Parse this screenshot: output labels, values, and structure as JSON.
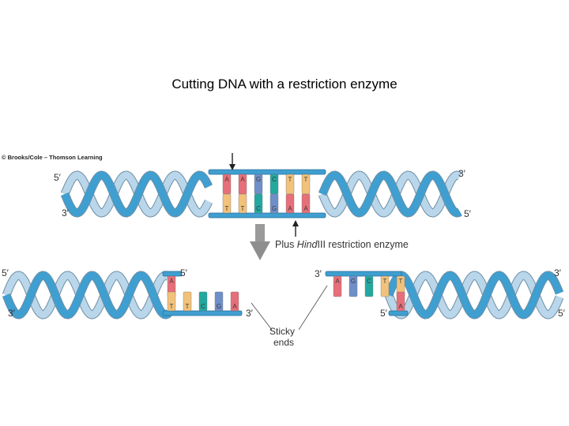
{
  "title": "Cutting DNA with a restriction enzyme",
  "copyright": "© Brooks/Cole – Thomson Learning",
  "strand_ends": {
    "five_prime": "5′",
    "three_prime": "3′"
  },
  "enzyme_label": {
    "prefix": "Plus ",
    "enzyme_italic": "Hind",
    "enzyme_roman": "III",
    "suffix": " restriction enzyme"
  },
  "sticky_ends_label": [
    "Sticky",
    "ends"
  ],
  "top_sequence": [
    "A",
    "A",
    "G",
    "C",
    "T",
    "T"
  ],
  "bottom_sequence": [
    "T",
    "T",
    "C",
    "G",
    "A",
    "A"
  ],
  "left_fragment": {
    "top_bases": [
      "A"
    ],
    "bottom_bases": [
      "T",
      "T",
      "C",
      "G",
      "A"
    ]
  },
  "right_fragment": {
    "top_bases": [
      "A",
      "G",
      "C",
      "T",
      "T"
    ],
    "bottom_bases": [
      "A"
    ]
  },
  "colors": {
    "backbone": "#3f9fd0",
    "backbone_light": "#b9d6ea",
    "backbone_edge": "#2b6f98",
    "A": "#e76f79",
    "T": "#f2c27a",
    "G": "#6f8fc9",
    "C": "#23a8a0",
    "arrow": "#8e8e8e"
  }
}
